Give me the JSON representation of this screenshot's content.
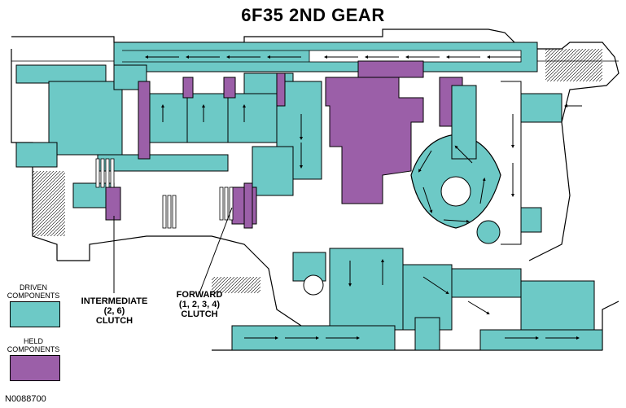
{
  "title": "6F35 2ND GEAR",
  "colors": {
    "driven": "#6dc9c6",
    "held": "#9b5fa8",
    "line": "#000000",
    "background": "#ffffff"
  },
  "legend": {
    "driven": {
      "line1": "DRIVEN",
      "line2": "COMPONENTS"
    },
    "held": {
      "line1": "HELD",
      "line2": "COMPONENTS"
    }
  },
  "callouts": {
    "intermediate": {
      "line1": "INTERMEDIATE",
      "line2": "(2, 6)",
      "line3": "CLUTCH"
    },
    "forward": {
      "line1": "FORWARD",
      "line2": "(1, 2, 3, 4)",
      "line3": "CLUTCH"
    }
  },
  "figure_code": "N0088700"
}
